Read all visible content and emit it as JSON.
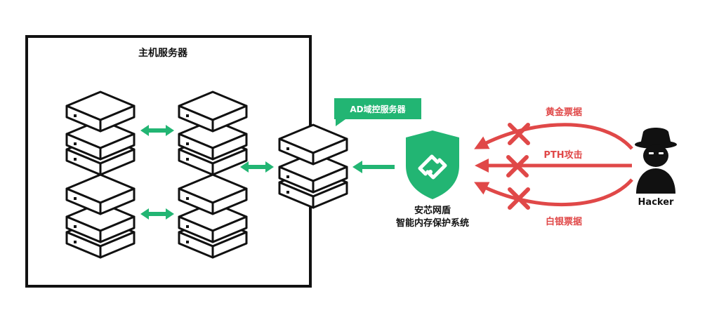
{
  "host_group": {
    "title": "主机服务器"
  },
  "ad_server": {
    "label": "AD域控服务器"
  },
  "shield": {
    "line1": "安芯网盾",
    "line2": "智能内存保护系统"
  },
  "attacks": [
    {
      "label": "黄金票据"
    },
    {
      "label": "PTH攻击"
    },
    {
      "label": "白银票据"
    }
  ],
  "hacker": {
    "label": "Hacker"
  },
  "colors": {
    "green": "#22b573",
    "red": "#e04848",
    "dark": "#111111"
  }
}
